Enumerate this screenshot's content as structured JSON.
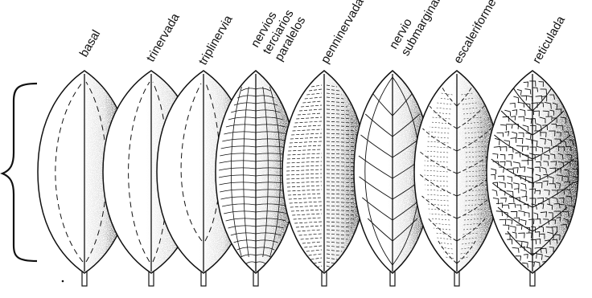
{
  "colors": {
    "ink": "#111111",
    "paper": "#ffffff",
    "shade": "#000000"
  },
  "leaves": [
    {
      "id": "basal",
      "label_lines": [
        "basal"
      ],
      "venation": "basal"
    },
    {
      "id": "trinervada",
      "label_lines": [
        "trinervada"
      ],
      "venation": "trinerved"
    },
    {
      "id": "triplinervia",
      "label_lines": [
        "triplinervia"
      ],
      "venation": "triplinerved"
    },
    {
      "id": "nervios-terciarios-paralelos",
      "label_lines": [
        "nervios",
        "terciarios",
        "paralelos"
      ],
      "venation": "tertiary-parallel"
    },
    {
      "id": "penninervada",
      "label_lines": [
        "penninervada"
      ],
      "venation": "pinnate"
    },
    {
      "id": "nervio-submarginal",
      "label_lines": [
        "nervio",
        "submarginal"
      ],
      "venation": "submarginal"
    },
    {
      "id": "escaleriforme",
      "label_lines": [
        "escaleriforme"
      ],
      "venation": "scalariform"
    },
    {
      "id": "reticulada",
      "label_lines": [
        "reticulada"
      ],
      "venation": "reticulate"
    }
  ]
}
